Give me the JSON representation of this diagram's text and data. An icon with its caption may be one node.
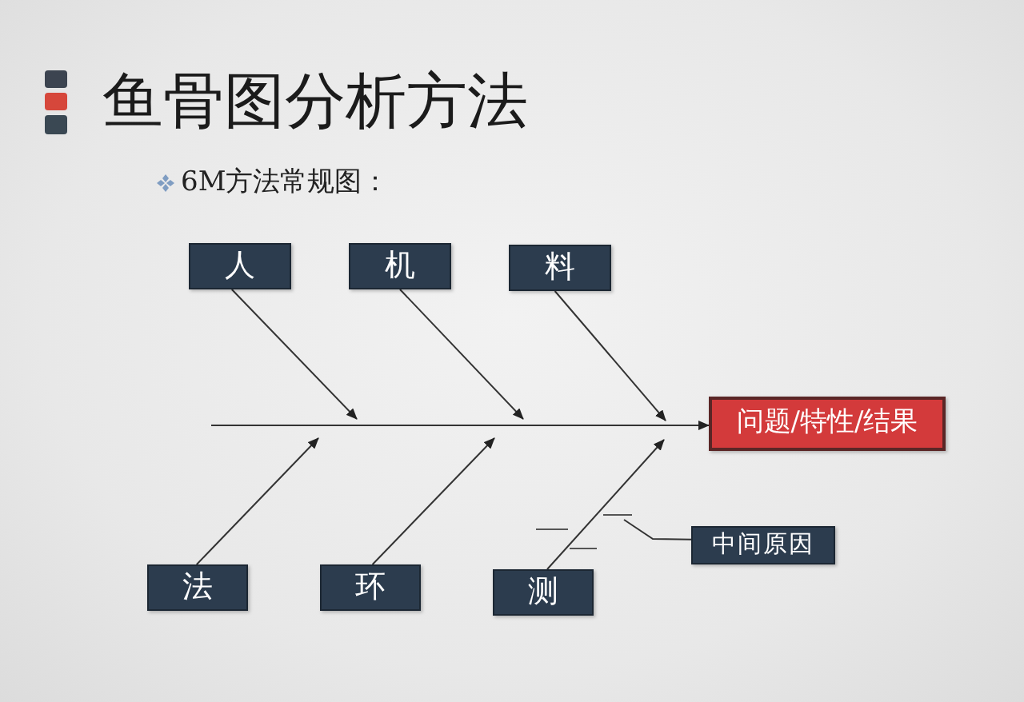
{
  "diagram": {
    "title": "鱼骨图分析方法",
    "nodes": [
      {
        "text": [
          "人"
        ]
      },
      {
        "text": [
          "机"
        ]
      },
      {
        "text": [
          "料"
        ]
      },
      {
        "text": [
          "问题/特性/结果"
        ]
      },
      {
        "text": [
          "中间原因"
        ]
      },
      {
        "text": [
          "法"
        ]
      },
      {
        "text": [
          "环"
        ]
      },
      {
        "text": [
          "测"
        ]
      }
    ],
    "edges": [
      {
        "from": null,
        "to": 3,
        "arrow": "to"
      },
      {
        "from": 0,
        "to": null,
        "arrow": "to"
      },
      {
        "from": 1,
        "to": null,
        "arrow": "to"
      },
      {
        "from": 2,
        "to": null,
        "arrow": "to"
      },
      {
        "from": 5,
        "to": null,
        "arrow": "to"
      },
      {
        "from": 6,
        "to": null,
        "arrow": "to"
      },
      {
        "from": 7,
        "to": null,
        "arrow": "to"
      },
      {
        "from": 4,
        "to": null,
        "arrow": "none"
      }
    ],
    "labels": [
      "6M方法常规图："
    ]
  }
}
